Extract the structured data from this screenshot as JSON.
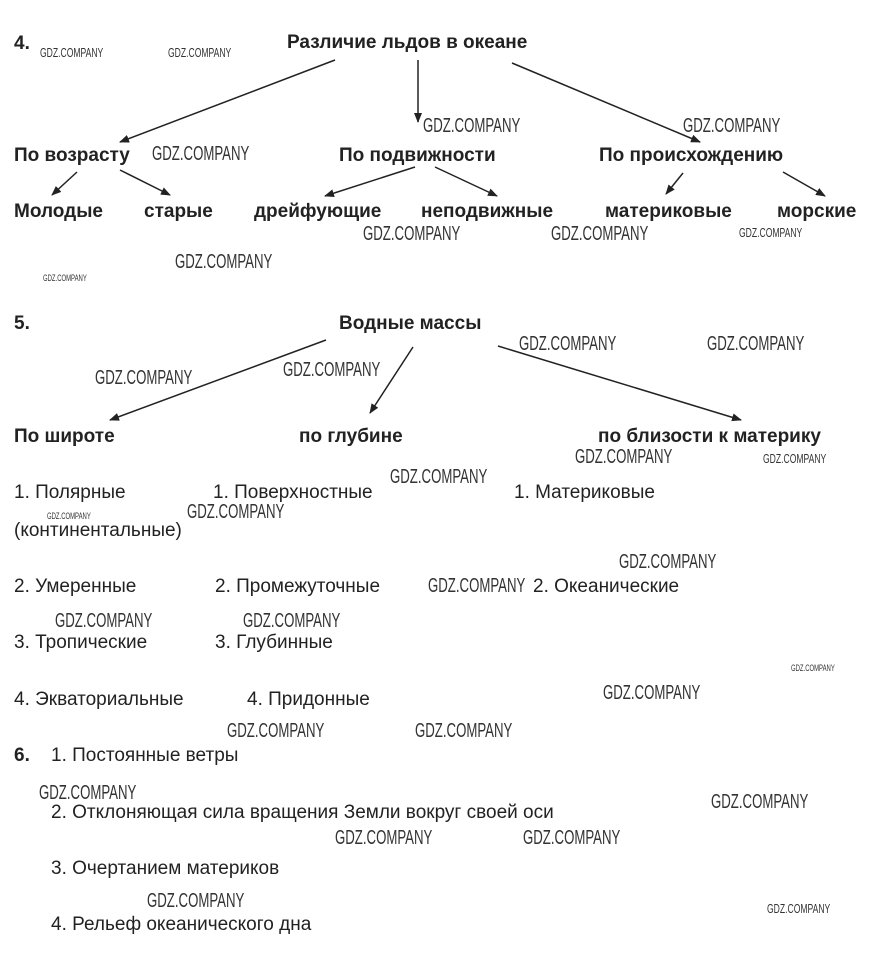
{
  "watermark": "GDZ.COMPANY",
  "task4": {
    "number": "4.",
    "title": "Различие льдов в океане",
    "categories": [
      {
        "label": "По возрасту",
        "children": [
          "Молодые",
          "старые"
        ]
      },
      {
        "label": "По подвижности",
        "children": [
          "дрейфующие",
          "неподвижные"
        ]
      },
      {
        "label": "По происхождению",
        "children": [
          "материковые",
          "морские"
        ]
      }
    ]
  },
  "task5": {
    "number": "5.",
    "title": "Водные массы",
    "columns": [
      {
        "label": "По широте",
        "items": [
          "1. Полярные",
          "2. Умеренные",
          "3. Тропические",
          "4. Экваториальные"
        ]
      },
      {
        "label": "по глубине",
        "items": [
          "1. Поверхностные",
          "2. Промежуточные",
          "3. Глубинные",
          "4. Придонные"
        ]
      },
      {
        "label": "по близости к материку",
        "items": [
          "1. Материковые",
          "(континентальные)",
          "2. Океанические"
        ]
      }
    ]
  },
  "task6": {
    "number": "6.",
    "items": [
      "1. Постоянные ветры",
      "2. Отклоняющая сила вращения Земли вокруг своей оси",
      "3. Очертанием материков",
      "4. Рельеф океанического дна"
    ]
  }
}
